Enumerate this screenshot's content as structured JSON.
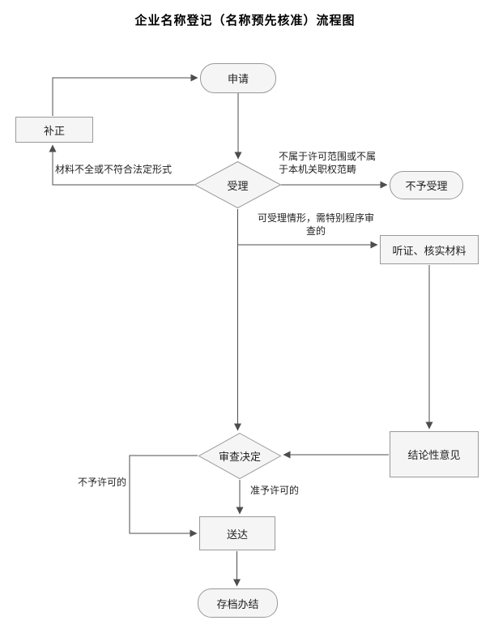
{
  "title": "企业名称登记（名称预先核准）流程图",
  "nodes": {
    "apply": "申请",
    "correction": "补正",
    "accept": "受理",
    "reject_accept": "不予受理",
    "hearing": "听证、核实材料",
    "review_decision": "审查决定",
    "conclusion": "结论性意见",
    "delivery": "送达",
    "archive": "存档办结"
  },
  "edge_labels": {
    "incomplete_materials": "材料不全或不符合法定形式",
    "out_of_scope": "不属于许可范围或不属\n于本机关职权范畴",
    "special_procedure": "可受理情形，需特别程序审\n查的",
    "not_permitted": "不予许可的",
    "permitted": "准予许可的"
  },
  "colors": {
    "node-fill": "#f5f5f5",
    "node-stroke": "#999999",
    "wire": "#4d4d4d",
    "text": "#1f1f1f"
  }
}
